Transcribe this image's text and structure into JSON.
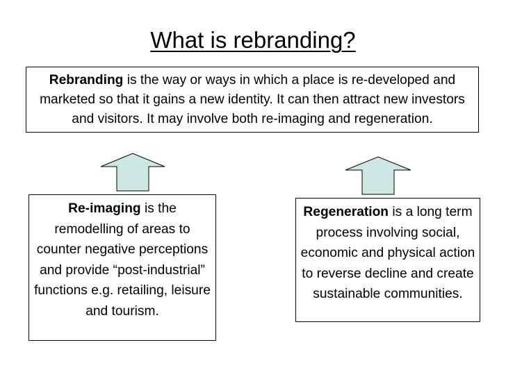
{
  "title": "What is rebranding?",
  "rebranding": {
    "term": "Rebranding",
    "text": " is the way or ways in which a place is re-developed and marketed so that it gains a new identity. It can then attract new investors and visitors. It may involve both re-imaging and regeneration."
  },
  "reimaging": {
    "term": "Re-imaging",
    "text": " is the remodelling of areas to counter negative perceptions and provide “post-industrial” functions e.g. retailing, leisure and tourism."
  },
  "regeneration": {
    "term": "Regeneration",
    "text": " is a long term process involving social, economic and physical action to reverse decline and create sustainable communities."
  },
  "colors": {
    "arrow_fill": "#cce8e4",
    "arrow_stroke": "#000000",
    "box_border": "#000000"
  }
}
